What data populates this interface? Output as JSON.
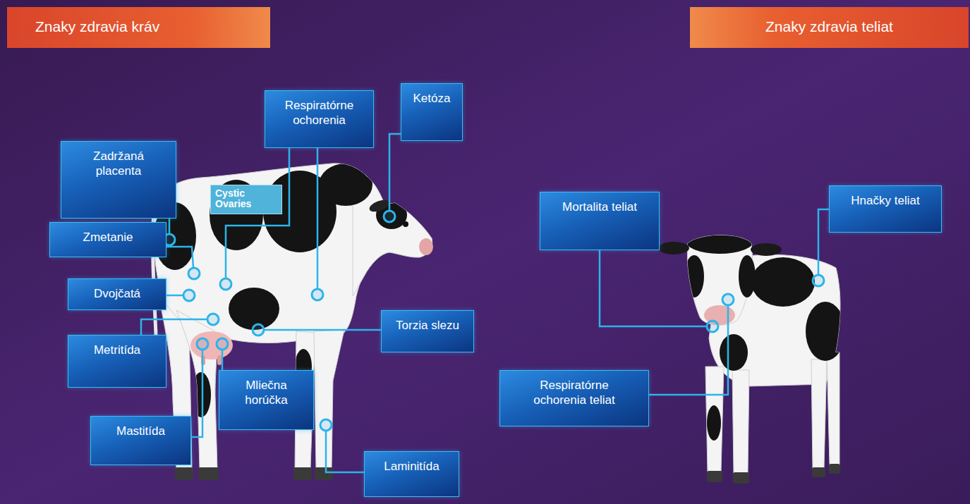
{
  "diagram": {
    "nodes": [
      {
        "text": [
          "Znaky zdravia kráv"
        ]
      },
      {
        "text": [
          "Znaky zdravia teliat"
        ]
      },
      {
        "text": [
          "Respiratórne ochorenia"
        ]
      },
      {
        "text": [
          "Ketóza"
        ]
      },
      {
        "text": [
          "Zadržaná placenta"
        ]
      },
      {
        "text": [
          "Cystic Ovaries"
        ]
      },
      {
        "text": [
          "Mortalita teliat"
        ]
      },
      {
        "text": [
          "Hnačky teliat"
        ]
      },
      {
        "text": [
          "Zmetanie"
        ]
      },
      {
        "text": [
          "Dvojčatá"
        ]
      },
      {
        "text": [
          "Torzia slezu"
        ]
      },
      {
        "text": [
          "Metritída"
        ]
      },
      {
        "text": [
          "Respiratórne ochorenia teliat"
        ]
      },
      {
        "text": [
          "Mliečna horúčka"
        ]
      },
      {
        "text": [
          "Mastitída"
        ]
      },
      {
        "text": [
          "Laminitída"
        ]
      }
    ]
  }
}
